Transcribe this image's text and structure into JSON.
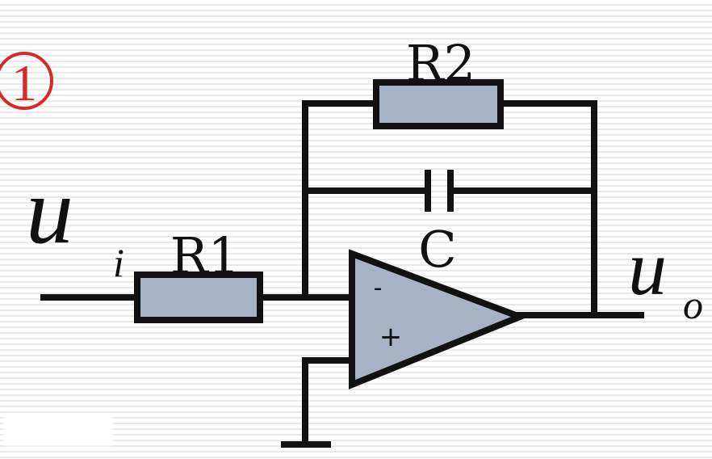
{
  "diagram": {
    "index_marker": "①",
    "labels": {
      "r2": "R2",
      "r1": "R1",
      "c": "C",
      "input_main": "u",
      "input_sub": "i",
      "output_main": "u",
      "output_sub": "o",
      "minus": "-",
      "plus": "+"
    },
    "colors": {
      "component_fill": "#a7b3c4",
      "wire": "#111111",
      "marker": "#d42a2a"
    }
  }
}
